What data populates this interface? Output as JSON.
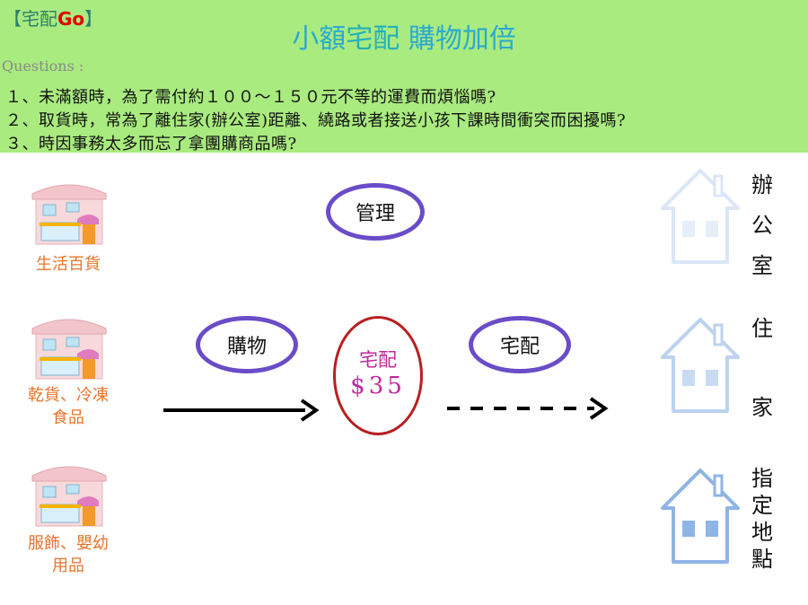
{
  "header": {
    "brand_prefix": "【宅配",
    "brand_go": "Go",
    "brand_suffix": "】",
    "title_part1": "小額",
    "title_part2": "宅配",
    "title_part3": " 購物加倍",
    "questions_label": "Questions :",
    "questions": [
      "１、未滿額時，為了需付約１００～１５０元不等的運費而煩惱嗎?",
      "２、取貨時，常為了離住家(辦公室)距離、繞路或者接送小孩下課時間衝突而困擾嗎?",
      "３、時因事務太多而忘了拿團購商品嗎?"
    ]
  },
  "stores": [
    {
      "line1": "生活百貨",
      "line2": ""
    },
    {
      "line1": "乾貨、冷凍",
      "line2": "食品"
    },
    {
      "line1": "服飾、嬰幼",
      "line2": "用品"
    }
  ],
  "ovals": {
    "management": "管理",
    "shopping": "購物",
    "delivery": "宅配"
  },
  "center": {
    "line1": "宅配",
    "line2": "$35"
  },
  "destinations": [
    {
      "chars": [
        "辦",
        "公",
        "室"
      ]
    },
    {
      "chars": [
        "住",
        "家"
      ]
    },
    {
      "chars": [
        "指",
        "定",
        "地",
        "點"
      ]
    }
  ],
  "colors": {
    "banner": "#a9eb7f",
    "oval_border": "#6a4cc8",
    "center_border": "#b82020",
    "center_text": "#c0289a",
    "store_label": "#e8742a"
  }
}
